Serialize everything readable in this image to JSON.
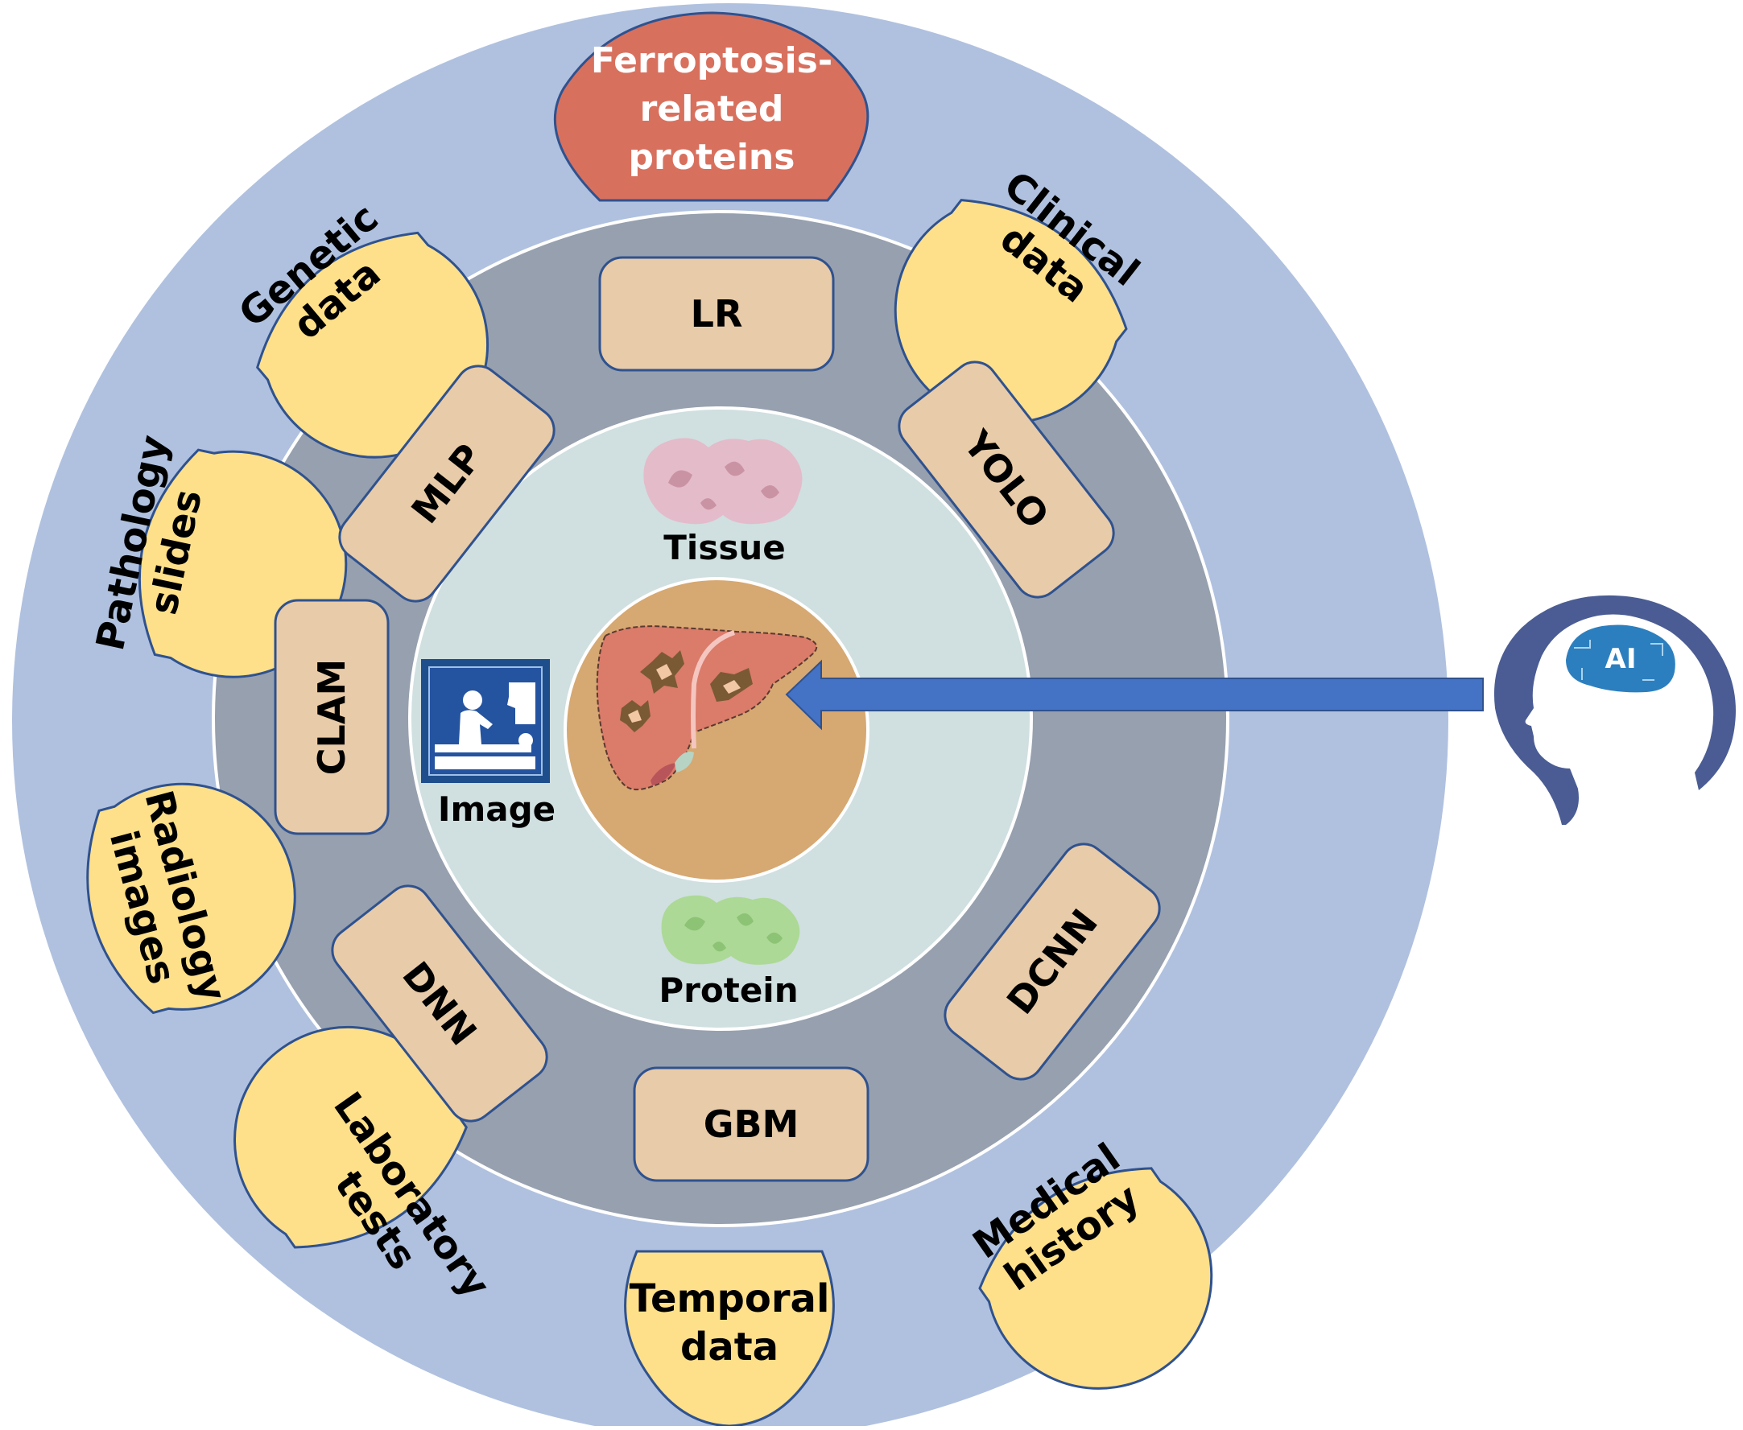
{
  "diagram": {
    "title": "AI models for ferroptosis-related liver cancer analysis",
    "colors": {
      "outer_ring": "#B0C1DF",
      "model_ring": "#97A0AE",
      "inner_circle": "#D0DFE0",
      "core": "#D6A872",
      "model_box": "#E8CBA8",
      "outline": "#2F528F",
      "data_source": "#FFE08A",
      "highlight_source": "#D8705E",
      "arrow": "#4472C4",
      "ai_head": "#4A5C93",
      "ai_brain": "#2C7FBF"
    },
    "highlight_source": {
      "lines": [
        "Ferroptosis-",
        "related",
        "proteins"
      ]
    },
    "data_sources": [
      {
        "id": "genetic",
        "lines": [
          "Genetic",
          "data"
        ]
      },
      {
        "id": "clinical",
        "lines": [
          "Clinical",
          "data"
        ]
      },
      {
        "id": "pathology",
        "lines": [
          "Pathology",
          "slides"
        ]
      },
      {
        "id": "radiology",
        "lines": [
          "Radiology",
          "images"
        ]
      },
      {
        "id": "laboratory",
        "lines": [
          "Laboratory",
          "tests"
        ]
      },
      {
        "id": "temporal",
        "lines": [
          "Temporal",
          "data"
        ]
      },
      {
        "id": "medical",
        "lines": [
          "Medical",
          "history"
        ]
      }
    ],
    "models": [
      {
        "id": "lr",
        "label": "LR"
      },
      {
        "id": "yolo",
        "label": "YOLO"
      },
      {
        "id": "dcnn",
        "label": "DCNN"
      },
      {
        "id": "gbm",
        "label": "GBM"
      },
      {
        "id": "dnn",
        "label": "DNN"
      },
      {
        "id": "clam",
        "label": "CLAM"
      },
      {
        "id": "mlp",
        "label": "MLP"
      }
    ],
    "core_labels": {
      "tissue": "Tissue",
      "image": "Image",
      "protein": "Protein"
    },
    "core_icon": "liver-with-tumors-icon",
    "input_icon": "ai-brain-head-icon",
    "ai_badge": "AI"
  }
}
